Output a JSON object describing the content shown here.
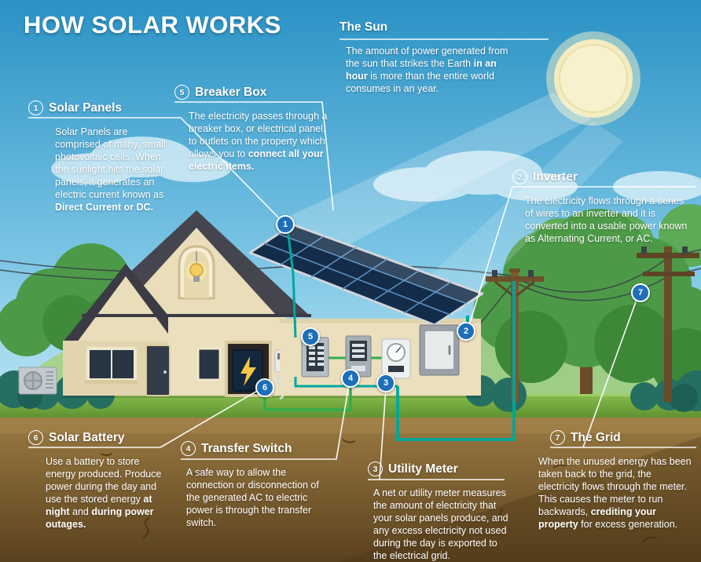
{
  "title": "HOW SOLAR WORKS",
  "colors": {
    "sky_top": "#2a92c5",
    "sky_bottom": "#cfeef8",
    "grass": "#86bd4d",
    "dirt": "#9a7a42",
    "marker_blue": "#1d6fb8",
    "wire_teal": "#00a79d",
    "wire_green": "#2fae4e",
    "panel_blue": "#132c49",
    "text": "#ffffff"
  },
  "sun": {
    "heading": "The Sun",
    "body": [
      {
        "t": "The amount of power generated from the sun that strikes the Earth "
      },
      {
        "t": "in an hour",
        "b": true
      },
      {
        "t": " is more than the entire world consumes in an year."
      }
    ]
  },
  "sections": [
    {
      "num": "1",
      "heading": "Solar Panels",
      "body": [
        {
          "t": "Solar Panels are comprised of many, small photovoltaic cells. When the sunlight hits the solar panels, it generates an electric current known as "
        },
        {
          "t": "Direct Current or DC.",
          "b": true
        }
      ]
    },
    {
      "num": "2",
      "heading": "Inverter",
      "body": [
        {
          "t": "The electricity flows through a series of wires to an inverter and it is converted into a usable power known as Alternating Current, or AC."
        }
      ]
    },
    {
      "num": "3",
      "heading": "Utility Meter",
      "body": [
        {
          "t": "A net or utility meter measures the amount of electricity that your solar panels produce, and any excess electricity not used during the day is exported to the electrical grid."
        }
      ]
    },
    {
      "num": "4",
      "heading": "Transfer Switch",
      "body": [
        {
          "t": "A safe way to allow the connection or disconnection of the generated AC to electric power is through the transfer switch."
        }
      ]
    },
    {
      "num": "5",
      "heading": "Breaker Box",
      "body": [
        {
          "t": "The electricity passes through a breaker box, or electrical panel, to outlets on the property which allows you to "
        },
        {
          "t": "connect all your electric items.",
          "b": true
        }
      ]
    },
    {
      "num": "6",
      "heading": "Solar Battery",
      "body": [
        {
          "t": "Use a battery to store energy produced. Produce power during the day and use the stored energy "
        },
        {
          "t": "at night",
          "b": true
        },
        {
          "t": " and "
        },
        {
          "t": "during power outages.",
          "b": true
        }
      ]
    },
    {
      "num": "7",
      "heading": "The Grid",
      "body": [
        {
          "t": "When the unused energy has been taken back to the grid, the electricity flows through the meter. This causes the meter to run backwards, "
        },
        {
          "t": "crediting your property",
          "b": true
        },
        {
          "t": " for excess generation."
        }
      ]
    }
  ],
  "markers": [
    "1",
    "2",
    "3",
    "4",
    "5",
    "6",
    "7"
  ]
}
